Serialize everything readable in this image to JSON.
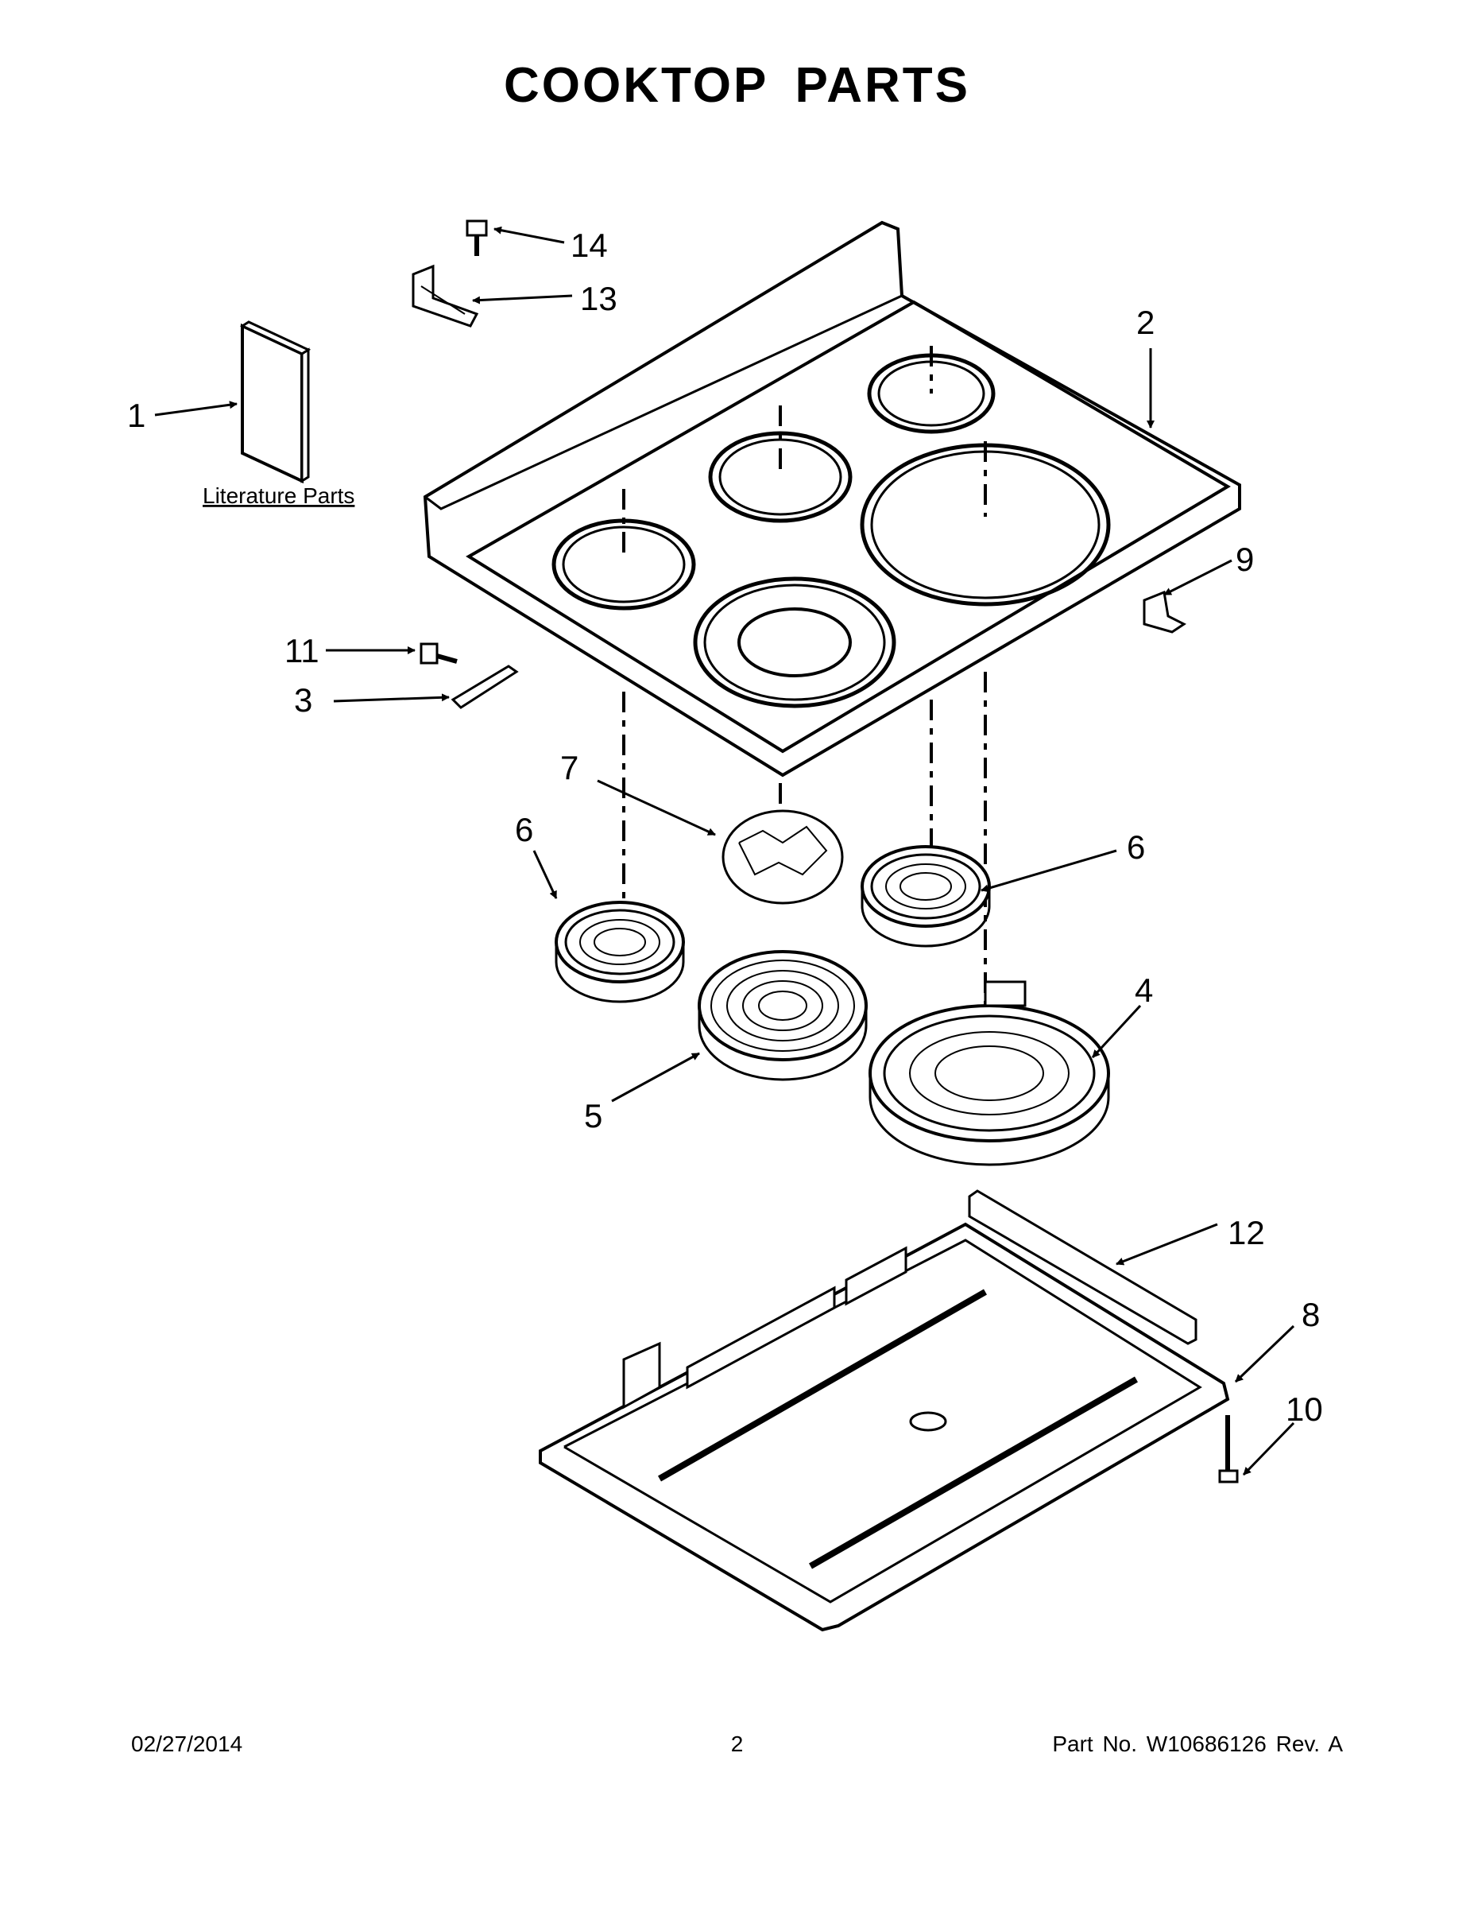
{
  "title": "COOKTOP PARTS",
  "literature_label": "Literature Parts",
  "callouts": {
    "c1": "1",
    "c2": "2",
    "c3": "3",
    "c4": "4",
    "c5": "5",
    "c6a": "6",
    "c6b": "6",
    "c7": "7",
    "c8": "8",
    "c9": "9",
    "c10": "10",
    "c11": "11",
    "c12": "12",
    "c13": "13",
    "c14": "14"
  },
  "footer": {
    "date": "02/27/2014",
    "page": "2",
    "part_no": "Part No.  W10686126  Rev.  A"
  }
}
